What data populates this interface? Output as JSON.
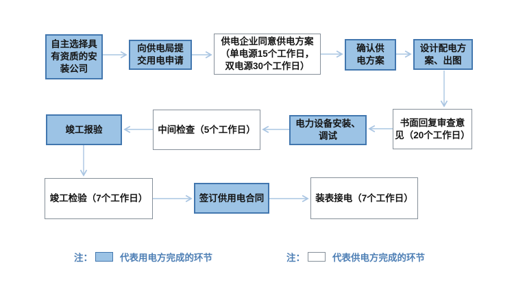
{
  "flowchart": {
    "boxes": [
      {
        "id": "select-installer",
        "type": "consumer",
        "label": [
          "自主选择具",
          "有资质的安",
          "装公司"
        ]
      },
      {
        "id": "submit-application",
        "type": "consumer",
        "label": [
          "向供电局提",
          "交用电申请"
        ]
      },
      {
        "id": "utility-approve-plan",
        "type": "utility",
        "label": [
          "供电企业同意供电方案",
          "（单电源15个工作日，",
          "双电源30个工作日）"
        ]
      },
      {
        "id": "confirm-plan",
        "type": "consumer",
        "label": [
          "确认供",
          "电方案"
        ]
      },
      {
        "id": "design-distribution",
        "type": "consumer",
        "label": [
          "设计配电方",
          "案、出图"
        ]
      },
      {
        "id": "written-review-reply",
        "type": "utility",
        "label": [
          "书面回复审查意",
          "见（20个工作日）"
        ]
      },
      {
        "id": "equipment-install",
        "type": "consumer",
        "label": [
          "电力设备安装、",
          "调试"
        ]
      },
      {
        "id": "interim-inspection",
        "type": "utility",
        "label": "中间检查（5个工作日）"
      },
      {
        "id": "completion-report",
        "type": "consumer",
        "label": "竣工报验"
      },
      {
        "id": "completion-inspection",
        "type": "utility",
        "label": "竣工检验（7个工作日）"
      },
      {
        "id": "sign-supply-contract",
        "type": "consumer",
        "label": "签订供用电合同"
      },
      {
        "id": "meter-connect",
        "type": "utility",
        "label": "装表接电（7个工作日）"
      }
    ],
    "legend": [
      {
        "prefix": "注：",
        "swatch": "consumer",
        "text": "代表用电方完成的环节"
      },
      {
        "prefix": "注：",
        "swatch": "utility",
        "text": "代表供电方完成的环节"
      }
    ],
    "colors": {
      "consumer_fill": "#9CC3E5",
      "consumer_border": "#4176AE",
      "utility_fill": "#FFFFFF",
      "utility_border": "#848E98",
      "arrow": "#A9C5E2",
      "legend_text": "#4E7FB5",
      "box_text": "#141414"
    }
  }
}
